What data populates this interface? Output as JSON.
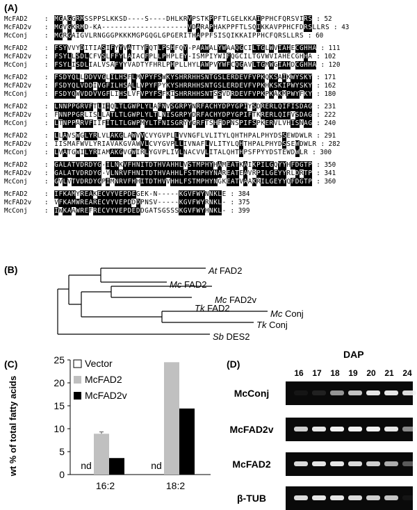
{
  "panels": {
    "a": "(A)",
    "b": "(B)",
    "c": "(C)",
    "d": "(D)"
  },
  "alignment": {
    "blocks": [
      {
        "rows": [
          {
            "name": "McFAD2",
            "seq": "MGAGGRMSSPPSLKKSD----S----DHLKRVPSTKPPFTLGELKKAIPPHCFQRSVIRS",
            "end": "52"
          },
          {
            "name": "McFAD2v",
            "seq": "MGVGKRMD-KA--------------------VDARAPHAKPPFTLSQIKKAVPPHCFDRSLLRS",
            "end": "43"
          },
          {
            "name": "McConj",
            "seq": "MGRGAIGVLRNGGGPKKKMGPGQGLGPGERITHAPPFSISQIKKAIPPHCFQRSLLRS",
            "end": "60"
          }
        ]
      },
      {
        "rows": [
          {
            "name": "McFAD2",
            "seq": "FSYVVYDITIASIFYYVATTYFQTLPSHFQY-PAAWALYWAAQGCILTGLWVIAHECGHHA",
            "end": "111"
          },
          {
            "name": "McFAD2v",
            "seq": "FSYLLSDLCFVSLFFYLAIACFPLLPHPLEY-ISMPIYWIFQGCILTGVWVIAHECGHHA",
            "end": "102"
          },
          {
            "name": "McConj",
            "seq": "FSYLISDLIALVSAFYYVADTYFHRLPHPLLHYLAWPVYWFCQGAVLTGMWGIAHDCGHHA",
            "end": "120"
          }
        ]
      },
      {
        "rows": [
          {
            "name": "McFAD2",
            "seq": "FSDYQLLDDVVGLILHSFLMVPYFSWKYSHRRHHSNTGSLERDEVFVPKQKSAIKWYSKY",
            "end": "171"
          },
          {
            "name": "McFAD2v",
            "seq": "FSDYQLVDDIVGFILHSALLVPYFPYKYSHRRHHSNTGSLERDEVFVPKHKSKIPWYSKY",
            "end": "162"
          },
          {
            "name": "McConj",
            "seq": "FSDYQWVDDVVGFLIHSLVFVPYFSFKISHRRHHSNTSSVDRDEVFVPKPKAKMPWYFKY",
            "end": "180"
          }
        ]
      },
      {
        "rows": [
          {
            "name": "McFAD2",
            "seq": "LNNPPGRVFTLIIQLTLGWPLYLAFNVSGRPYNRFACHYDPYGPIYSDRERLQIFISDAG",
            "end": "231"
          },
          {
            "name": "McFAD2v",
            "seq": "FNNPPGRLISLLATLTLGWPLYLTLNISGRPYDRFACHYDPYGPIFTKRERLQIFVSDAG",
            "end": "222"
          },
          {
            "name": "McConj",
            "seq": "LTNPPARVFIIFITLTLGWPMYLTFNISGRYYGRFTSHFDPNSPIFSPKERVLVHISNAG",
            "end": "240"
          }
        ]
      },
      {
        "rows": [
          {
            "name": "McFAD2",
            "seq": "LLAVSWGLYRLVLAKGLAWVVCVYGVPLLVVNGFLVLITYLQHTHPALPHYDSSEWDWLR",
            "end": "291"
          },
          {
            "name": "McFAD2v",
            "seq": "IISMAFWVLYRIAVAKGVAWVLCVYGVPLLIVNAFLVLITYLQHTHPALPHYDSSEWDWLR",
            "end": "282"
          },
          {
            "name": "McConj",
            "seq": "LVATGWILYRIAMAKGVGWIRLYGVPLIVLNACVVLITALQHTHPSFPYYDSTEWDWLR",
            "end": "300"
          }
        ]
      },
      {
        "rows": [
          {
            "name": "McFAD2",
            "seq": "GALATVDRDYG-ILNKVFHNITDTHVAHHLVSTMPHYHAMEATKAIKPILGQYYHFDGTP",
            "end": "350"
          },
          {
            "name": "McFAD2v",
            "seq": "GALATVDRDYG-VLNRVFHNITDTHVAHHLFSTMPHYNAREATEAVRPILGEYYRLDRTP",
            "end": "341"
          },
          {
            "name": "McConj",
            "seq": "GVLVTVDRDYGPIMNRVFHHITDTHVVHHLFSTMPHYNGKEATVAAKRILGEYYQFDGTP",
            "end": "360"
          }
        ]
      },
      {
        "rows": [
          {
            "name": "McFAD2",
            "seq": "IFKAMYREAKECVYVEPDEGEK-N-----KGVFWYNNKLE",
            "end": "384"
          },
          {
            "name": "McFAD2v",
            "seq": "VFKAMWREARECVYVEPDDDPNSV-----KGVFWYRNKL-",
            "end": "375"
          },
          {
            "name": "McConj",
            "seq": "IWKAAWREFRECVYVEPDEDDGATSGSSSKGVFWYHNKL-",
            "end": "399"
          }
        ]
      }
    ]
  },
  "tree": {
    "taxa": [
      {
        "id": "at-fad2",
        "sp": "At",
        "gene": "FAD2"
      },
      {
        "id": "mc-fad2",
        "sp": "Mc",
        "gene": "FAD2"
      },
      {
        "id": "mc-fad2v",
        "sp": "Mc",
        "gene": "FAD2v"
      },
      {
        "id": "tk-fad2",
        "sp": "Tk",
        "gene": "FAD2"
      },
      {
        "id": "mc-conj",
        "sp": "Mc",
        "gene": "Conj"
      },
      {
        "id": "tk-conj",
        "sp": "Tk",
        "gene": "Conj"
      },
      {
        "id": "sb-des2",
        "sp": "Sb",
        "gene": "DES2"
      }
    ]
  },
  "chart_data": {
    "type": "bar",
    "categories": [
      "16:2",
      "18:2"
    ],
    "series": [
      {
        "name": "Vector",
        "values": [
          0,
          0
        ],
        "color": "#ffffff"
      },
      {
        "name": "McFAD2",
        "values": [
          8.9,
          24.5
        ],
        "color": "#c0c0c0"
      },
      {
        "name": "McFAD2v",
        "values": [
          3.6,
          14.4
        ],
        "color": "#000000"
      }
    ],
    "error": {
      "McFAD2": [
        0.4,
        0
      ]
    },
    "nd_label": "nd",
    "ylabel": "wt % of total fatty acids",
    "ylim": [
      0,
      25
    ],
    "yticks": [
      0,
      5,
      10,
      15,
      20,
      25
    ],
    "legend_position": "top-left"
  },
  "gel": {
    "title": "DAP",
    "lanes": [
      "16",
      "17",
      "18",
      "19",
      "20",
      "21",
      "24"
    ],
    "genes": [
      {
        "label": "McConj",
        "intensities": [
          0.05,
          0.1,
          0.6,
          0.8,
          0.95,
          0.95,
          0.9
        ]
      },
      {
        "label": "McFAD2v",
        "intensities": [
          0.85,
          0.95,
          1.0,
          1.0,
          1.0,
          0.95,
          0.55
        ]
      },
      {
        "label": "McFAD2",
        "intensities": [
          0.9,
          0.95,
          0.95,
          0.9,
          0.85,
          0.7,
          0.35
        ]
      },
      {
        "label": "β-TUB",
        "intensities": [
          0.9,
          0.95,
          0.95,
          0.9,
          0.85,
          0.8,
          0.05
        ]
      }
    ]
  }
}
